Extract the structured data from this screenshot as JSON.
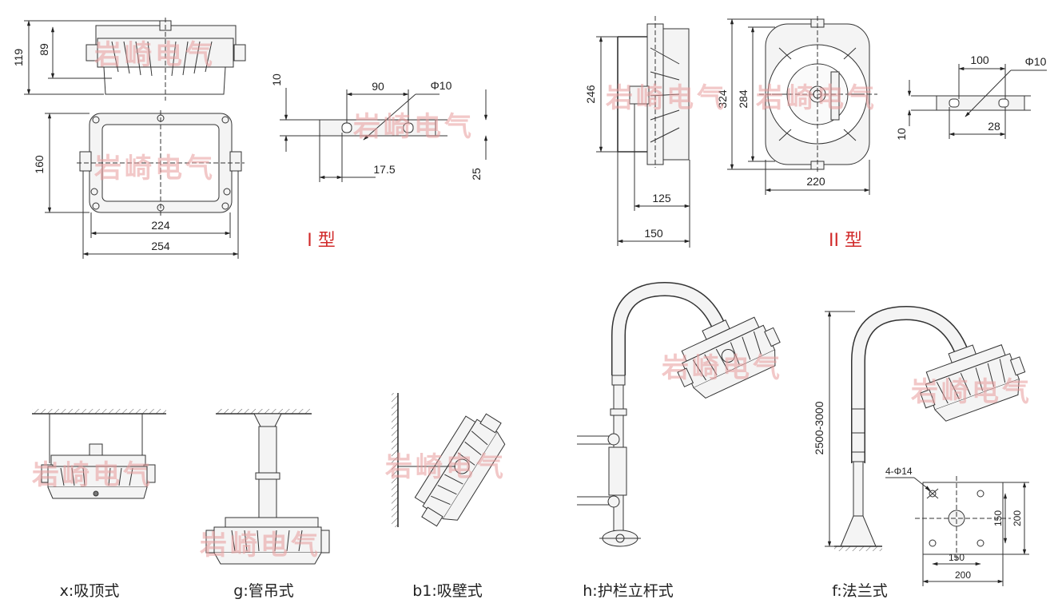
{
  "watermark": "岩崎电气",
  "types": {
    "type_i": "I 型",
    "type_ii": "II 型"
  },
  "dimensions": {
    "i_side_119": "119",
    "i_side_89": "89",
    "i_front_160": "160",
    "i_front_224": "224",
    "i_front_254": "254",
    "i_bracket_10": "10",
    "i_bracket_90": "90",
    "i_bracket_phi10": "Φ10",
    "i_bracket_17_5": "17.5",
    "i_bracket_25": "25",
    "ii_side_246": "246",
    "ii_side_125": "125",
    "ii_side_150": "150",
    "ii_front_324": "324",
    "ii_front_284": "284",
    "ii_front_220": "220",
    "ii_bracket_100": "100",
    "ii_bracket_phi10": "Φ10",
    "ii_bracket_28": "28",
    "ii_bracket_10": "10",
    "pole_height": "2500-3000",
    "flange_holes": "4-Φ14",
    "flange_150_v": "150",
    "flange_200_v": "200",
    "flange_150_h": "150",
    "flange_200_h": "200"
  },
  "captions": {
    "x": "x:吸顶式",
    "g": "g:管吊式",
    "b1": "b1:吸壁式",
    "h": "h:护栏立杆式",
    "f": "f:法兰式"
  }
}
